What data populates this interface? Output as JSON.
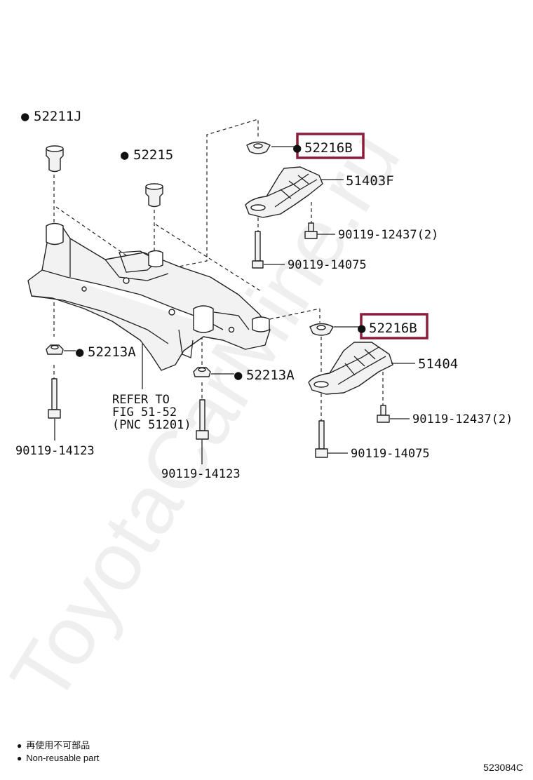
{
  "parts": {
    "p52211J": "52211J",
    "p52215": "52215",
    "p52216B_upper": "52216B",
    "p51403F": "51403F",
    "p90119_12437_upper": "90119-12437(2)",
    "p90119_14075_upper": "90119-14075",
    "p52216B_lower": "52216B",
    "p51404": "51404",
    "p52213A_left": "52213A",
    "p52213A_right": "52213A",
    "p90119_12437_lower": "90119-12437(2)",
    "p90119_14075_lower": "90119-14075",
    "p90119_14123_left": "90119-14123",
    "p90119_14123_right": "90119-14123"
  },
  "refer": {
    "line1": "REFER TO",
    "line2": "FIG 51-52",
    "line3": "(PNC 51201)"
  },
  "marker": "●",
  "watermark": "ToyotaCarMine.ru",
  "legend": {
    "bullet": "●",
    "line_cn": "再使用不可部品",
    "line_en": "Non-reusable part"
  },
  "figure_code": "523084C",
  "colors": {
    "highlight": "#8b1d3a",
    "line": "#222222"
  }
}
